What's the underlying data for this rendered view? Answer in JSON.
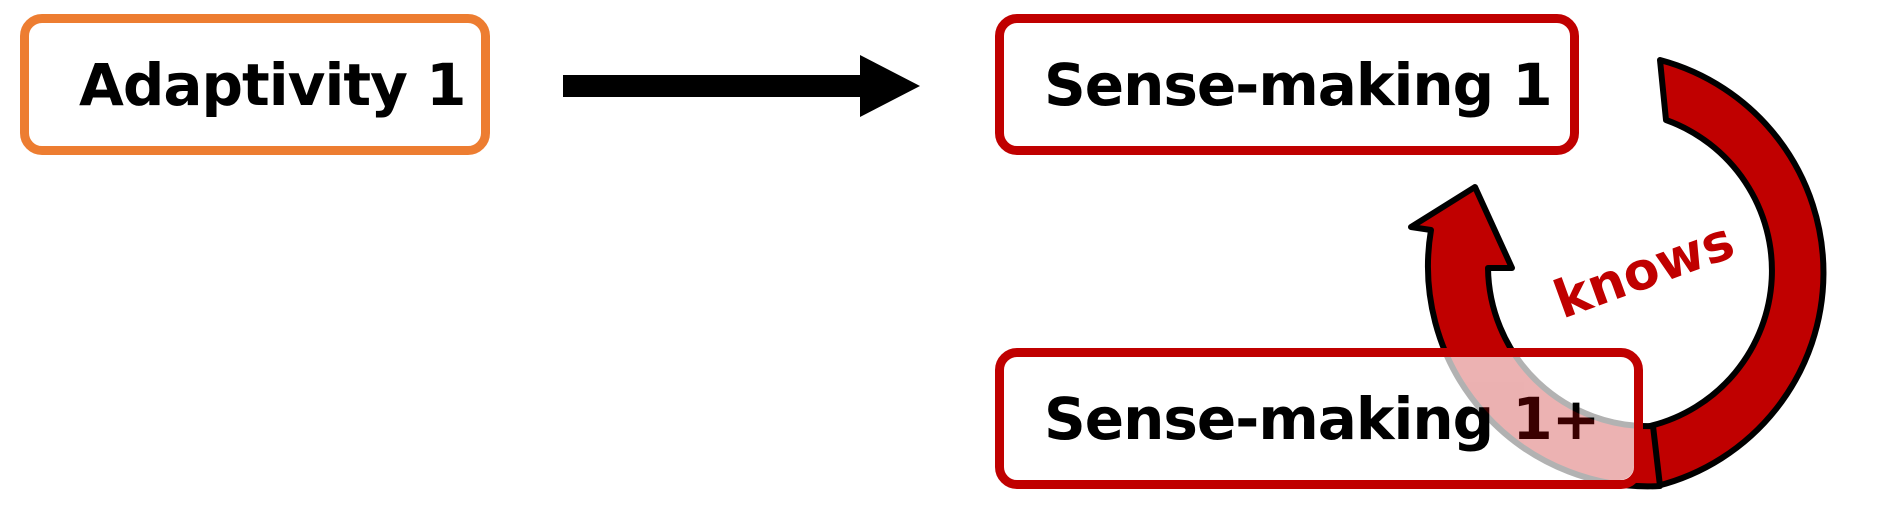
{
  "diagram": {
    "nodes": {
      "adaptivity": {
        "label": "Adaptivity 1",
        "color": "#ED7D31"
      },
      "sense_making": {
        "label": "Sense-making 1",
        "color": "#C00000"
      },
      "sense_making_plus": {
        "label": "Sense-making 1+",
        "color": "#C00000"
      }
    },
    "edges": {
      "adaptivity_to_sense_making": {
        "from": "Adaptivity 1",
        "to": "Sense-making 1",
        "color": "#000000"
      },
      "knows_loop": {
        "from": "Sense-making 1+",
        "to": "Sense-making 1",
        "label": "knows",
        "color": "#C00000"
      }
    }
  }
}
